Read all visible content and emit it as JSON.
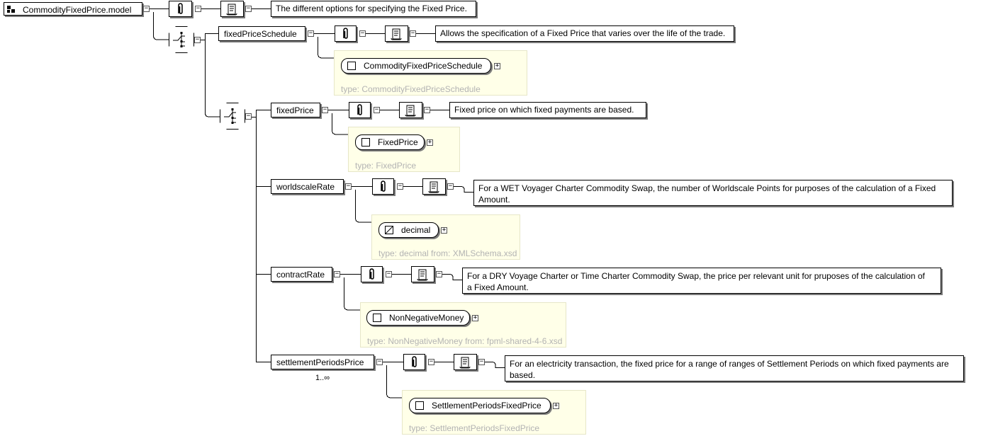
{
  "root": {
    "label": "CommodityFixedPrice.model",
    "doc": "The different options for specifying the Fixed Price."
  },
  "fixedPriceSchedule": {
    "label": "fixedPriceSchedule",
    "doc": "Allows the specification of a Fixed Price that varies over the life of the trade.",
    "type_name": "CommodityFixedPriceSchedule",
    "type_label": "type: CommodityFixedPriceSchedule"
  },
  "fixedPrice": {
    "label": "fixedPrice",
    "doc": "Fixed price on which fixed payments are based.",
    "type_name": "FixedPrice",
    "type_label": "type: FixedPrice"
  },
  "worldscaleRate": {
    "label": "worldscaleRate",
    "doc_line1": "For a WET Voyager Charter Commodity Swap, the number of Worldscale Points for purposes of the calculation of a Fixed",
    "doc_line2": "Amount.",
    "type_name": "decimal",
    "type_label": "type: decimal from: XMLSchema.xsd"
  },
  "contractRate": {
    "label": "contractRate",
    "doc_line1": "For a DRY Voyage Charter or Time Charter Commodity Swap, the price per relevant unit for pruposes of the calculation of",
    "doc_line2": "a Fixed Amount.",
    "type_name": "NonNegativeMoney",
    "type_label": "type: NonNegativeMoney from: fpml-shared-4-6.xsd"
  },
  "settlementPeriodsPrice": {
    "label": "settlementPeriodsPrice",
    "occurrence": "1..∞",
    "doc_line1": "For an electricity transaction, the fixed price for a range of ranges of Settlement Periods on which fixed payments are",
    "doc_line2": "based.",
    "type_name": "SettlementPeriodsFixedPrice",
    "type_label": "type: SettlementPeriodsFixedPrice"
  },
  "icons": {
    "annotation": "paperclip-icon",
    "documentation": "scroll-icon",
    "choice": "choice-compositor-icon",
    "group": "model-group-icon",
    "complex_type": "complex-type-icon",
    "simple_type": "simple-type-icon"
  },
  "colors": {
    "type_box_bg": "#ffffe8",
    "type_label": "#b3b3b3",
    "shadow": "#7a7a7a"
  }
}
